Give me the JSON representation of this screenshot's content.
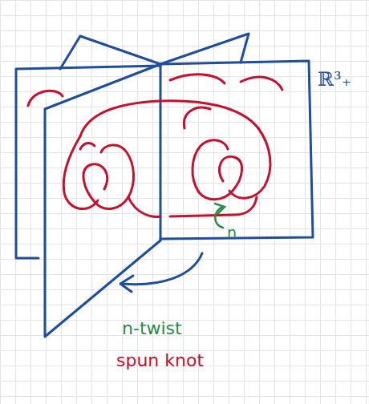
{
  "diagram": {
    "labels": [
      "ℝ³₊",
      "n",
      "n-twist",
      "spun knot"
    ]
  }
}
